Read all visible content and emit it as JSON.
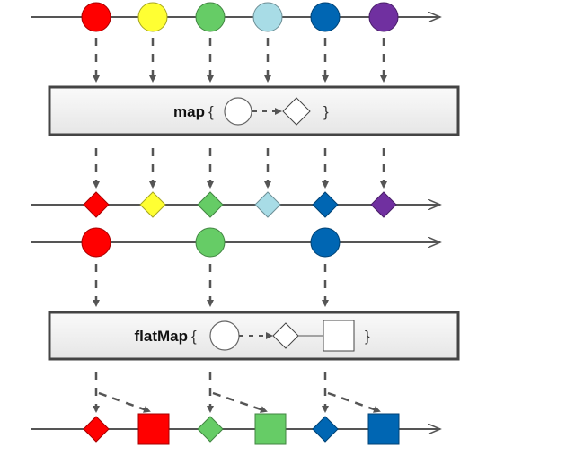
{
  "colors": {
    "red": "#ff0000",
    "yellow": "#ffff33",
    "green": "#66cc66",
    "lightblue": "#a8dce6",
    "blue": "#0066b3",
    "purple": "#7030a0",
    "line": "#555555"
  },
  "map_section": {
    "operator": "map",
    "open_brace": "{",
    "close_brace": "}",
    "inputs": [
      "red",
      "yellow",
      "green",
      "lightblue",
      "blue",
      "purple"
    ],
    "outputs": [
      "red",
      "yellow",
      "green",
      "lightblue",
      "blue",
      "purple"
    ]
  },
  "flatmap_section": {
    "operator": "flatMap",
    "open_brace": "{",
    "close_brace": "}",
    "inputs": [
      "red",
      "green",
      "blue"
    ],
    "outputs": [
      "red",
      "green",
      "blue"
    ]
  }
}
